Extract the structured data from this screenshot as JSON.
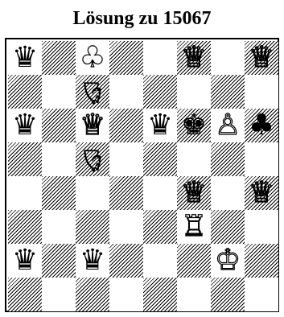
{
  "title": "Lösung zu 15067",
  "board": {
    "rows": [
      [
        {
          "piece": "♛",
          "color": "black",
          "name": "black-queen-icon",
          "rot": ""
        },
        null,
        {
          "piece": "♣",
          "color": "white",
          "name": "white-club-piece-icon",
          "rot": ""
        },
        null,
        null,
        {
          "piece": "♕",
          "color": "white",
          "name": "white-queen-icon",
          "rot": ""
        },
        null,
        {
          "piece": "♕",
          "color": "white",
          "name": "white-queen-icon",
          "rot": ""
        }
      ],
      [
        null,
        null,
        {
          "piece": "♘",
          "color": "white",
          "name": "white-rotated-knight-icon",
          "rot": "rot"
        },
        null,
        null,
        null,
        null,
        null
      ],
      [
        {
          "piece": "♛",
          "color": "black",
          "name": "black-queen-icon",
          "rot": ""
        },
        null,
        {
          "piece": "♕",
          "color": "white",
          "name": "white-queen-icon",
          "rot": ""
        },
        null,
        {
          "piece": "♛",
          "color": "black",
          "name": "black-queen-icon",
          "rot": ""
        },
        {
          "piece": "♚",
          "color": "black",
          "name": "black-king-icon",
          "rot": ""
        },
        {
          "piece": "♙",
          "color": "white",
          "name": "white-pawn-icon",
          "rot": ""
        },
        {
          "piece": "♣",
          "color": "black",
          "name": "black-club-piece-icon",
          "rot": ""
        }
      ],
      [
        null,
        null,
        {
          "piece": "♘",
          "color": "white",
          "name": "white-rotated-knight-icon",
          "rot": "rot"
        },
        null,
        null,
        null,
        null,
        null
      ],
      [
        null,
        null,
        null,
        null,
        null,
        {
          "piece": "♕",
          "color": "white",
          "name": "white-queen-icon",
          "rot": ""
        },
        null,
        {
          "piece": "♕",
          "color": "white",
          "name": "white-queen-icon",
          "rot": ""
        }
      ],
      [
        null,
        null,
        null,
        null,
        null,
        {
          "piece": "♖",
          "color": "white",
          "name": "white-rook-icon",
          "rot": ""
        },
        null,
        null
      ],
      [
        {
          "piece": "♛",
          "color": "black",
          "name": "black-queen-icon",
          "rot": ""
        },
        null,
        {
          "piece": "♛",
          "color": "black",
          "name": "black-queen-icon",
          "rot": ""
        },
        null,
        null,
        null,
        {
          "piece": "♔",
          "color": "white",
          "name": "white-king-icon",
          "rot": ""
        },
        null
      ],
      [
        null,
        null,
        null,
        null,
        null,
        null,
        null,
        null
      ]
    ]
  }
}
